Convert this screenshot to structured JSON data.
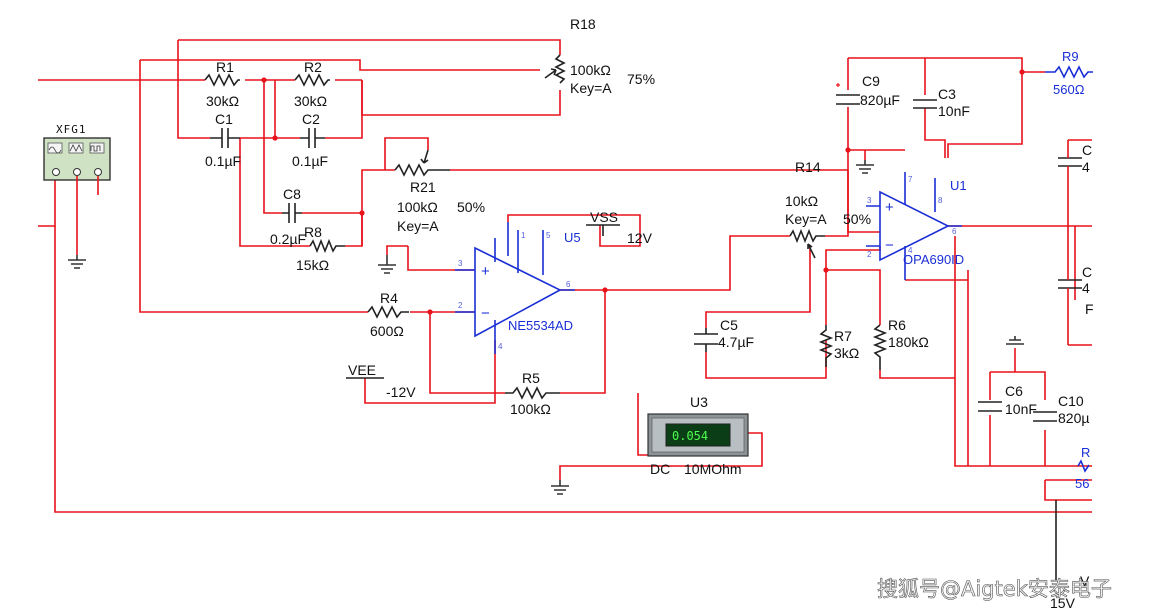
{
  "components": {
    "R18": {
      "ref": "R18",
      "value": "100kΩ",
      "key": "Key=A",
      "setting": "75%"
    },
    "R1": {
      "ref": "R1",
      "value": "30kΩ"
    },
    "R2": {
      "ref": "R2",
      "value": "30kΩ"
    },
    "C1": {
      "ref": "C1",
      "value": "0.1µF"
    },
    "C2": {
      "ref": "C2",
      "value": "0.1µF"
    },
    "R21": {
      "ref": "R21",
      "value": "100kΩ",
      "setting": "50%",
      "key": "Key=A"
    },
    "C8": {
      "ref": "C8",
      "value": "0.2µF"
    },
    "R8": {
      "ref": "R8",
      "value": "15kΩ"
    },
    "R4": {
      "ref": "R4",
      "value": "600Ω"
    },
    "R5": {
      "ref": "R5",
      "value": "100kΩ"
    },
    "U5": {
      "ref": "U5",
      "part": "NE5534AD"
    },
    "VSS": {
      "ref": "VSS",
      "value": "12V"
    },
    "VEE": {
      "ref": "VEE",
      "value": "-12V"
    },
    "R14": {
      "ref": "R14",
      "value": "10kΩ",
      "key": "Key=A",
      "setting": "50%"
    },
    "C5": {
      "ref": "C5",
      "value": "4.7µF"
    },
    "R7": {
      "ref": "R7",
      "value": "3kΩ"
    },
    "R6": {
      "ref": "R6",
      "value": "180kΩ"
    },
    "C9": {
      "ref": "C9",
      "value": "820µF"
    },
    "C3": {
      "ref": "C3",
      "value": "10nF"
    },
    "U1": {
      "ref": "U1",
      "part": "OPA690ID"
    },
    "R9": {
      "ref": "R9",
      "value": "560Ω"
    },
    "C6": {
      "ref": "C6",
      "value": "10nF"
    },
    "C10": {
      "ref": "C10",
      "value": "820µ"
    },
    "XFG1": {
      "ref": "XFG1"
    },
    "U3": {
      "ref": "U3",
      "reading": "0.054",
      "mode": "DC",
      "impedance": "10MOhm"
    }
  },
  "partial_labels": {
    "right_c_top_ref": "C",
    "right_c_top_val": "4",
    "right_c_bot_ref": "C",
    "right_c_bot_val": "4",
    "right_p": "F",
    "right_r_ref": "R",
    "right_r_val": "56",
    "right_v_ref": "V",
    "right_v_val": "15V"
  },
  "pins": {
    "u5_plus": "+",
    "u5_minus": "−",
    "u1_plus": "+",
    "u1_minus": "−",
    "u5_p3": "3",
    "u5_p2": "2",
    "u5_p6": "6",
    "u5_p4": "4",
    "u5_p1": "1",
    "u5_p5": "5",
    "u1_p3": "3",
    "u1_p2": "2",
    "u1_p6": "6",
    "u1_p7": "7",
    "u1_p8": "8",
    "u1_p4": "4"
  },
  "watermark": "搜狐号@Aigtek安泰电子",
  "colors": {
    "wire": "#e8121b",
    "part_blue": "#1a2fd6",
    "meter_display": "#0b3d17"
  }
}
